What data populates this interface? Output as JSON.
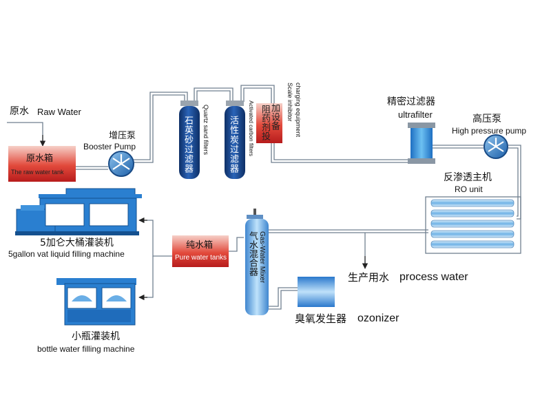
{
  "raw_water": {
    "cn": "原水",
    "en": "Raw Water"
  },
  "raw_water_tank": {
    "cn": "原水箱",
    "en": "The raw water tank"
  },
  "booster_pump": {
    "cn": "增压泵",
    "en": "Booster Pump"
  },
  "quartz_sand_filter": {
    "cn": "石英砂过滤器",
    "en": "Quartz sand filters"
  },
  "activated_carbon_filter": {
    "cn": "活性炭过滤器",
    "en": "Activated carbon filters"
  },
  "scale_inhibitor": {
    "cn_1": "阻药剂投",
    "cn_2": "加设备",
    "en_1": "Scale inhibitor",
    "en_2": "charging equipment"
  },
  "ultrafilter": {
    "cn": "精密过滤器",
    "en": "ultrafilter"
  },
  "high_pressure_pump": {
    "cn": "高压泵",
    "en": "High pressure pump"
  },
  "ro_unit": {
    "cn": "反渗透主机",
    "en": "RO unit"
  },
  "gas_water_mixer": {
    "cn": "气水混合器",
    "en": "Gas-Water Mixer"
  },
  "pure_water_tanks": {
    "cn": "纯水箱",
    "en": "Pure water tanks"
  },
  "process_water": {
    "cn": "生产用水",
    "en": "process water"
  },
  "ozonizer": {
    "cn": "臭氧发生器",
    "en": "ozonizer"
  },
  "gallon_filling": {
    "cn": "5加仑大桶灌装机",
    "en": "5gallon vat liquid filling machine"
  },
  "bottle_filling": {
    "cn": "小瓶灌装机",
    "en": "bottle water filling machine"
  },
  "colors": {
    "pipe": "#6f7f8f",
    "vessel": "#1b4f9c",
    "tank_red": "#d6312c",
    "machine_blue": "#2a7fd0",
    "ro_tube": "#7fbde8"
  }
}
